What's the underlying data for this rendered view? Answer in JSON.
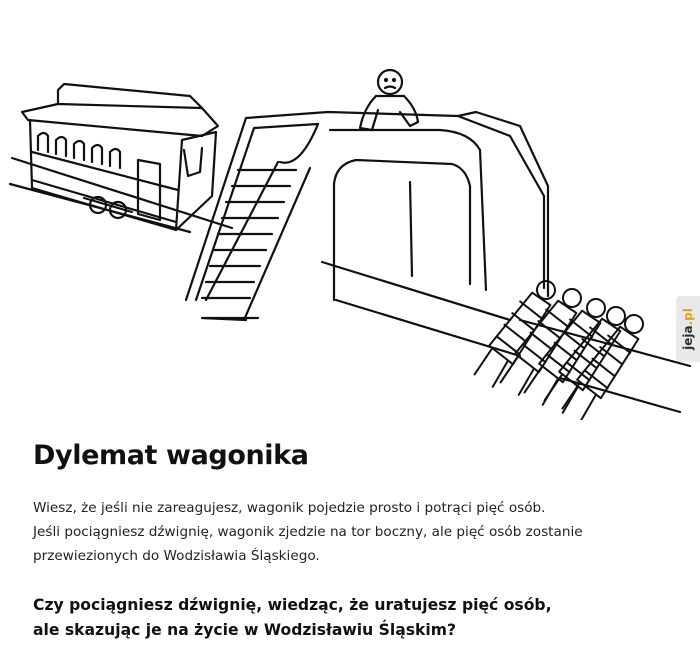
{
  "watermark": {
    "part1": "jeja",
    "part2": ".pl"
  },
  "title": "Dylemat wagonika",
  "intro": [
    "Wiesz, że jeśli nie zareagujesz, wagonik pojedzie prosto i potrąci pięć osób.",
    "Jeśli pociągniesz dźwignię, wagonik zjedzie na tor boczny, ale pięć osób zostanie",
    "przewiezionych do Wodzisławia Śląskiego."
  ],
  "question": [
    "Czy pociągniesz dźwignię, wiedząc, że uratujesz pięć osób,",
    "ale skazując je na życie w Wodzisławiu Śląskim?"
  ],
  "illustration": {
    "elements": [
      "trolley",
      "footbridge",
      "sad-man",
      "tracks",
      "five-tied-people"
    ],
    "line_color": "#111111",
    "background": "#ffffff"
  }
}
